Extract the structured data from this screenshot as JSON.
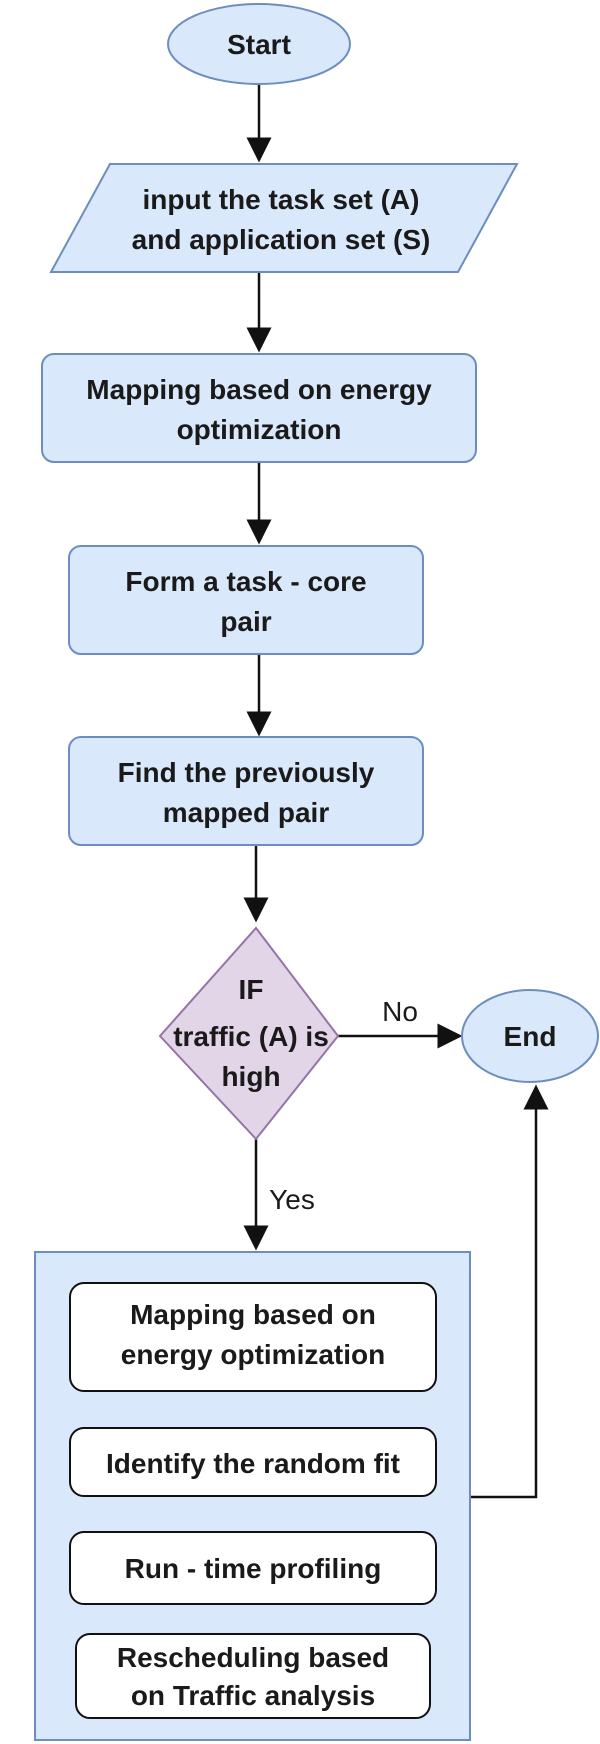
{
  "colors": {
    "node_fill": "#dae8fc",
    "node_stroke": "#6c8ebf",
    "decision_fill": "#e1d5e7",
    "decision_stroke": "#9673a6",
    "line": "#111111",
    "inner_fill": "#ffffff"
  },
  "nodes": {
    "start": "Start",
    "input": [
      "input the task set (A)",
      "and application set (S)"
    ],
    "mapping": [
      "Mapping based on energy",
      "optimization"
    ],
    "form_pair": [
      "Form a task - core",
      "pair"
    ],
    "find_pair": [
      "Find the previously",
      "mapped pair"
    ],
    "decision": [
      "IF",
      "traffic (A) is",
      "high"
    ],
    "end": "End"
  },
  "edges": {
    "no_label": "No",
    "yes_label": "Yes"
  },
  "group_steps": [
    [
      "Mapping based on",
      "energy optimization"
    ],
    [
      "Identify the random fit"
    ],
    [
      "Run - time profiling"
    ],
    [
      "Rescheduling based",
      "on Traffic analysis"
    ]
  ]
}
